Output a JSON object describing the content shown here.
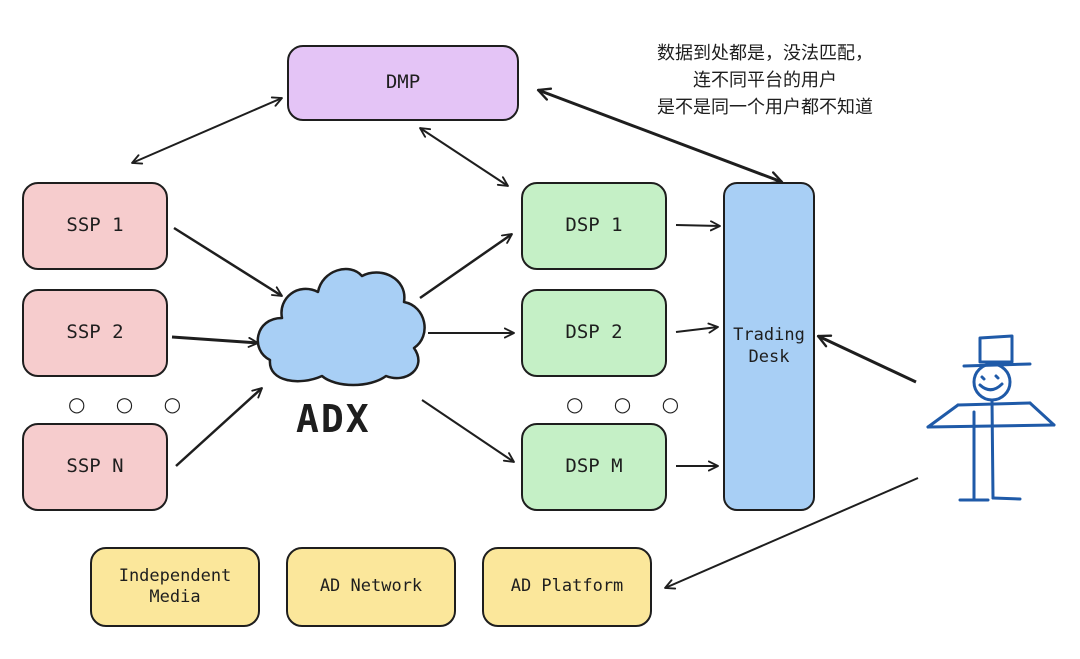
{
  "note": {
    "lines": [
      "数据到处都是，没法匹配，",
      "连不同平台的用户",
      "是不是同一个用户都不知道"
    ]
  },
  "dmp": {
    "label": "DMP"
  },
  "ssp": [
    {
      "label": "SSP 1"
    },
    {
      "label": "SSP 2"
    },
    {
      "label": "SSP N"
    }
  ],
  "dsp": [
    {
      "label": "DSP 1"
    },
    {
      "label": "DSP 2"
    },
    {
      "label": "DSP M"
    }
  ],
  "adx": {
    "label": "ADX"
  },
  "trading_desk": {
    "line1": "Trading",
    "line2": "Desk"
  },
  "ellipsis": "○ ○ ○",
  "bottom": [
    {
      "line1": "Independent",
      "line2": "Media"
    },
    {
      "line1": "AD Network"
    },
    {
      "line1": "AD Platform"
    }
  ],
  "colors": {
    "ssp": "#f6cccd",
    "dsp": "#c5f0c6",
    "dmp": "#e4c4f6",
    "adx_cloud": "#a8cff5",
    "trading_desk": "#a8cff5",
    "bottom": "#fbe79b",
    "stick_figure": "#1f5aa8"
  }
}
